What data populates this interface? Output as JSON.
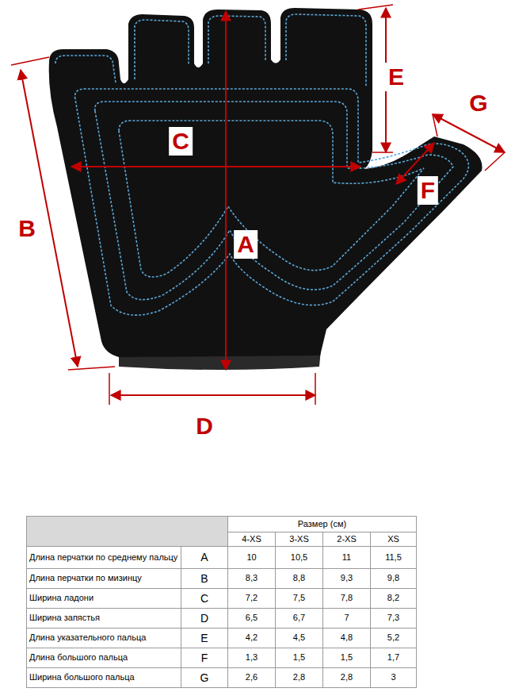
{
  "diagram": {
    "labels": [
      "E",
      "G",
      "C",
      "F",
      "B",
      "A",
      "D",
      "Размер (см)",
      "4-XS",
      "3-XS",
      "2-XS",
      "XS",
      "Длина перчатки по среднему пальцу",
      "A",
      "10",
      "10,5",
      "11",
      "11,5",
      "Длина перчатки по мизинцу",
      "B",
      "8,3",
      "8,8",
      "9,3",
      "9,8",
      "Ширина ладони",
      "C",
      "7,2",
      "7,5",
      "7,8",
      "8,2",
      "Ширина запястья",
      "D",
      "6,5",
      "6,7",
      "7",
      "7,3",
      "Длина указательного пальца",
      "E",
      "4,2",
      "4,5",
      "4,8",
      "5,2",
      "Длина большого пальца",
      "F",
      "1,3",
      "1,5",
      "1,5",
      "1,7",
      "Ширина большого пальца",
      "G",
      "2,6",
      "2,8",
      "2,8",
      "3"
    ]
  }
}
